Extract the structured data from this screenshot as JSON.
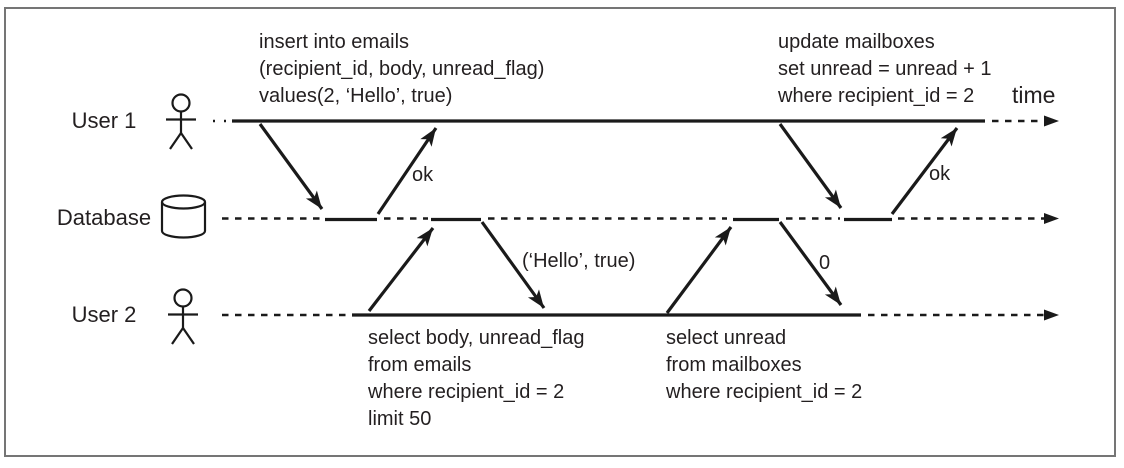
{
  "figure": {
    "time_label": "time",
    "actors": [
      {
        "id": "user1",
        "label": "User 1",
        "icon": "person-icon"
      },
      {
        "id": "database",
        "label": "Database",
        "icon": "database-cylinder-icon"
      },
      {
        "id": "user2",
        "label": "User 2",
        "icon": "person-icon"
      }
    ],
    "annotations": {
      "insert_query": {
        "lines": [
          "insert into emails",
          "(recipient_id, body, unread_flag)",
          "values(2, ‘Hello’, true)"
        ]
      },
      "insert_response": "ok",
      "update_query": {
        "lines": [
          "update mailboxes",
          "set unread = unread + 1",
          "where recipient_id = 2"
        ]
      },
      "update_response": "ok",
      "select_emails_query": {
        "lines": [
          "select body, unread_flag",
          "from emails",
          "where recipient_id = 2",
          "limit 50"
        ]
      },
      "select_emails_response": "(‘Hello’, true)",
      "select_mailboxes_query": {
        "lines": [
          "select unread",
          "from mailboxes",
          "where recipient_id = 2"
        ]
      },
      "select_mailboxes_response": "0"
    },
    "colors": {
      "line": "#1a1a1a",
      "text": "#231f20",
      "frame": "#757575",
      "background": "#ffffff"
    }
  }
}
